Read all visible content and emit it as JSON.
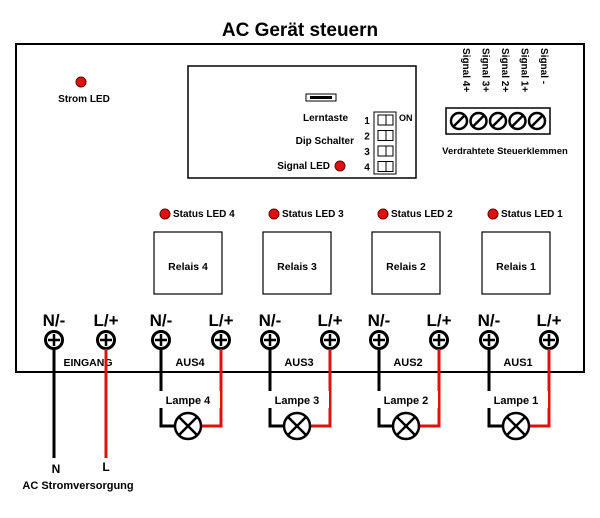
{
  "title": "AC Gerät steuern",
  "strom_led": "Strom LED",
  "control_panel": {
    "lerntaste": "Lerntaste",
    "dip_schalter": "Dip Schalter",
    "signal_led": "Signal LED",
    "dip_numbers": [
      "1",
      "2",
      "3",
      "4"
    ],
    "dip_on": "ON"
  },
  "signal_terminals": {
    "labels": [
      "Signal 4+",
      "Signal 3+",
      "Signal 2+",
      "Signal 1+",
      "Signal -"
    ],
    "caption": "Verdrahtete Steuerklemmen"
  },
  "relays": [
    {
      "status_led": "Status LED 4",
      "relay": "Relais 4",
      "output": "AUS4",
      "lamp": "Lampe 4"
    },
    {
      "status_led": "Status LED 3",
      "relay": "Relais 3",
      "output": "AUS3",
      "lamp": "Lampe 3"
    },
    {
      "status_led": "Status LED 2",
      "relay": "Relais 2",
      "output": "AUS2",
      "lamp": "Lampe 2"
    },
    {
      "status_led": "Status LED 1",
      "relay": "Relais 1",
      "output": "AUS1",
      "lamp": "Lampe 1"
    }
  ],
  "terminals": {
    "neutral": "N/-",
    "live": "L/+",
    "input": "EINGANG"
  },
  "supply": {
    "n": "N",
    "l": "L",
    "caption": "AC Stromversorgung"
  },
  "colors": {
    "led": "#e01010",
    "live_wire": "#e01010",
    "neutral_wire": "#000000",
    "outline": "#000000"
  }
}
